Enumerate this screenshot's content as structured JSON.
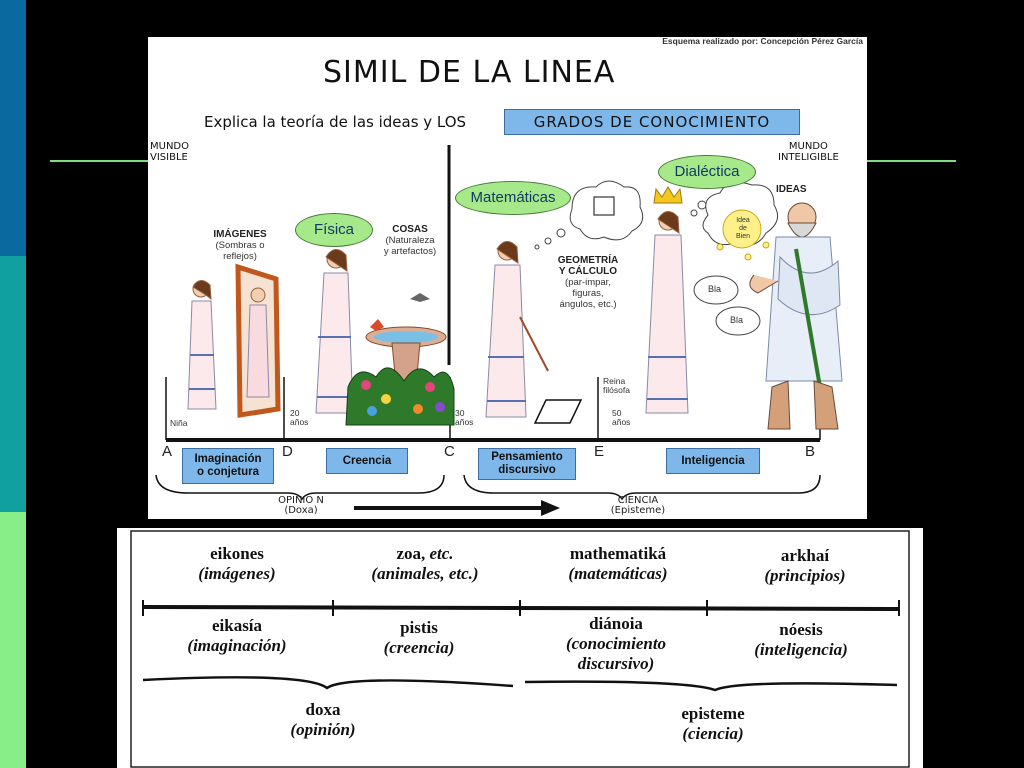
{
  "top_panel": {
    "credit": "Esquema realizado por: Concepción Pérez García",
    "title": "SIMIL DE LA LINEA",
    "subtitle": "Explica la teoría de las ideas y LOS",
    "highlight": "GRADOS DE CONOCIMIENTO",
    "mundo_visible": [
      "MUNDO",
      "VISIBLE"
    ],
    "mundo_inteligible": [
      "MUNDO",
      "INTELIGIBLE"
    ],
    "bubbles": {
      "fisica": "Física",
      "matematicas": "Matemáticas",
      "dialectica": "Dialéctica"
    },
    "labels": {
      "imagenes": "IMÁGENES",
      "imagenes_sub": [
        "(Sombras o",
        "reflejos)"
      ],
      "cosas": "COSAS",
      "cosas_sub": [
        "(Naturaleza",
        "y artefactos)"
      ],
      "geometria": [
        "GEOMETRÍA",
        "Y CÁLCULO"
      ],
      "geometria_sub": [
        "(par-impar,",
        "figuras,",
        "ángulos, etc.)"
      ],
      "ideas": "IDEAS",
      "idea_bien": [
        "Idea",
        "de",
        "Bien"
      ],
      "bla1": "Bla",
      "bla2": "Bla"
    },
    "ages": {
      "nina": "Niña",
      "a20": [
        "20",
        "años"
      ],
      "a30": [
        "30",
        "años"
      ],
      "reina": [
        "Reina",
        "filósofa"
      ],
      "a50": [
        "50",
        "años"
      ]
    },
    "letters": {
      "A": "A",
      "D": "D",
      "C": "C",
      "E": "E",
      "B": "B"
    },
    "boxes": {
      "imaginacion": [
        "Imaginación",
        "o conjetura"
      ],
      "creencia": "Creencia",
      "pensamiento": [
        "Pensamiento",
        "discursivo"
      ],
      "inteligencia": "Inteligencia"
    },
    "groups": {
      "opinion": [
        "OPINIO N",
        "(Doxa)"
      ],
      "ciencia": [
        "CIENCIA",
        "(Episteme)"
      ]
    },
    "colors": {
      "box": "#7eb8ea",
      "bubble": "#a6e98a",
      "line": "#111111"
    }
  },
  "bottom_panel": {
    "top_row": [
      {
        "term": "eikones",
        "trans": "(imágenes)"
      },
      {
        "term": "zoa, ",
        "term_it": "etc.",
        "trans": "(animales, etc.)"
      },
      {
        "term": "mathematiká",
        "trans": "(matemáticas)"
      },
      {
        "term": "arkhaí",
        "trans": "(principios)"
      }
    ],
    "bottom_row": [
      {
        "term": "eikasía",
        "trans": "(imaginación)"
      },
      {
        "term": "pistis",
        "trans": "(creencia)"
      },
      {
        "term": "diánoia",
        "trans1": "(conocimiento",
        "trans2": "discursivo)"
      },
      {
        "term": "nóesis",
        "trans": "(inteligencia)"
      }
    ],
    "groups": [
      {
        "term": "doxa",
        "trans": "(opinión)"
      },
      {
        "term": "episteme",
        "trans": "(ciencia)"
      }
    ]
  }
}
